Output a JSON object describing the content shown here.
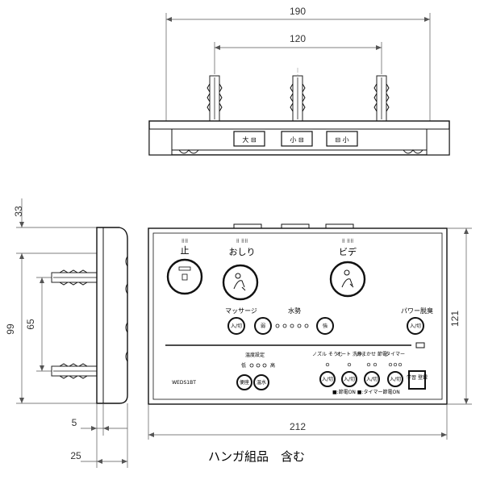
{
  "dimensions": {
    "top_total_width": "190",
    "top_hanger_span": "120",
    "side_top_offset": "33",
    "side_height": "99",
    "side_hanger_span": "65",
    "side_hanger_depth": "5",
    "side_depth": "25",
    "front_width": "212",
    "front_height": "121"
  },
  "top_view": {
    "button_labels": [
      "大 ⊟",
      "小 ⊟",
      "⊟ 小"
    ]
  },
  "panel": {
    "stop_label": "止",
    "stop_braille": "⠿⠿",
    "oshiri_label": "おしり",
    "bidet_label": "ビデ",
    "massage_label": "マッサージ",
    "water_force_label": "水勢",
    "power_save_label": "パワー脱臭",
    "on_off_label": "入/切",
    "weak_label": "弱",
    "strong_label": "強",
    "temperature_header": "温度設定",
    "temp_low": "低",
    "temp_high": "高",
    "toilet_seat_label": "便座",
    "water_temp_label": "温水",
    "model_label": "WEDS1BT",
    "nozzle_label": "ノズル\nそうじ",
    "auto_label": "オート\n洗浄",
    "deodorize_label": "おまかせ\n節電",
    "timer_label": "タイマー",
    "learn_label": "学習\n登録",
    "note_label": "■:節電ON\n■:タイマー節電ON"
  },
  "caption": "ハンガ組品　含む"
}
